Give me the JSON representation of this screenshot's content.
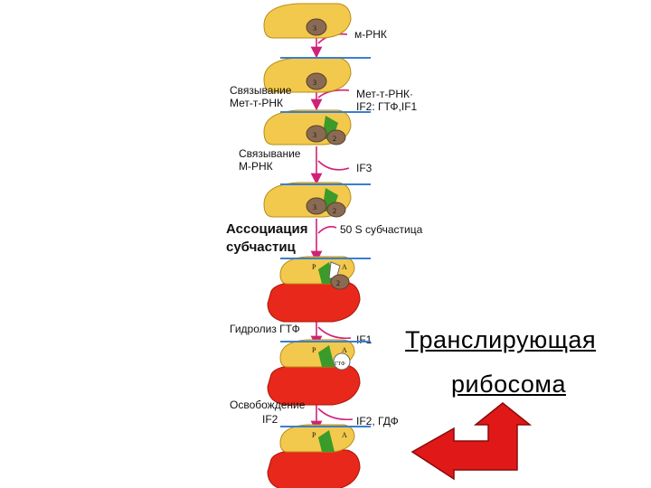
{
  "labels": {
    "mrna": "м-РНК",
    "binding_met_trna_1": "Связывание",
    "binding_met_trna_2": "Мет-т-РНК",
    "met_trna_complex_1": "Мет-т-РНК·",
    "met_trna_complex_2": "IF2: ГТФ,IF1",
    "binding_mrna_1": "Связывание",
    "binding_mrna_2": "М-РНК",
    "if3": "IF3",
    "association_1": "Ассоциация",
    "association_2": "субчастиц",
    "subunit_50s": "50 S субчастица",
    "gtp_hydrolysis": "Гидролиз ГТФ",
    "if1": "IF1",
    "release_1": "Освобождение",
    "release_2": "IF2",
    "if2_gdp": "IF2, ГДФ"
  },
  "site_letters": {
    "p_site": "P",
    "a_site": "A",
    "factor_3": "3",
    "factor_2": "2",
    "gtp_small": "ГТФ"
  },
  "caption": {
    "line1": "Транслирующая",
    "line2": "рибосома"
  },
  "colors": {
    "small_subunit": "#f2c94c",
    "large_subunit": "#e8281a",
    "factor_blob": "#8a6a52",
    "trna_green": "#3a9a2a",
    "arrow_magenta": "#d0217a",
    "mrna_blue": "#3a7fd0",
    "big_arrow": "#e01818"
  }
}
